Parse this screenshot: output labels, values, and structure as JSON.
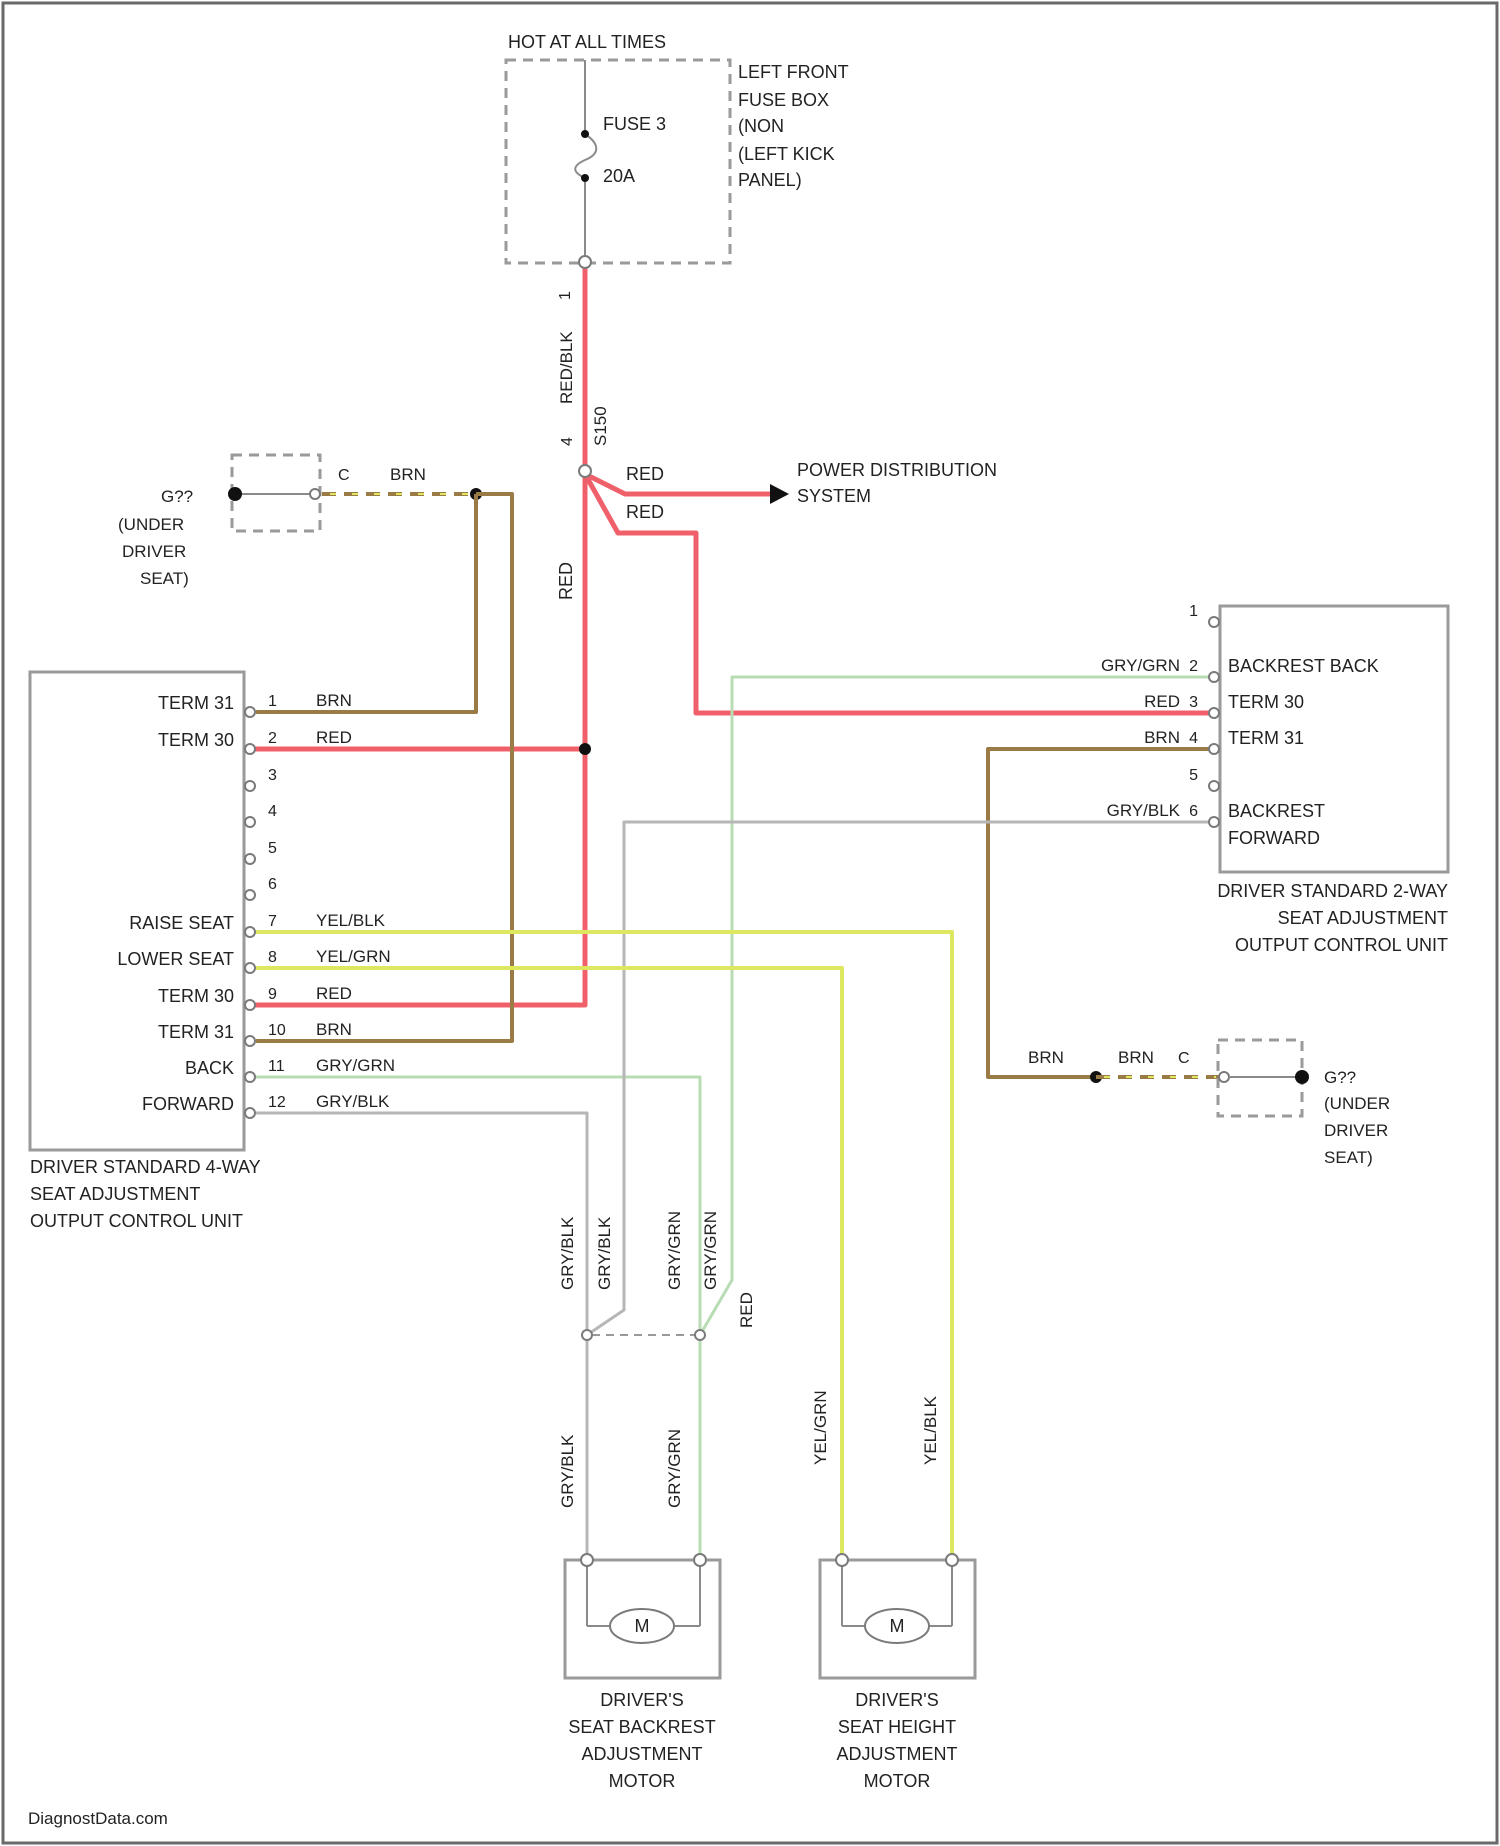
{
  "colors": {
    "red": "#f0606a",
    "brown": "#9a7a45",
    "green": "#b8dcb4",
    "yellow": "#dde860",
    "gray": "#b6b6b6",
    "outline": "#9a9a9a"
  },
  "fuse_box": {
    "header": "HOT AT ALL TIMES",
    "fuse_name": "FUSE 3",
    "fuse_rating": "20A",
    "location_lines": [
      "LEFT FRONT",
      "FUSE BOX",
      "(NON",
      "(LEFT KICK",
      "PANEL)"
    ]
  },
  "splice": {
    "pin_top": "1",
    "pin_bottom": "4",
    "wire_label": "RED/BLK",
    "id": "S150"
  },
  "power_distribution": {
    "wire_labels": [
      "RED",
      "RED"
    ],
    "lines": [
      "POWER DISTRIBUTION",
      "SYSTEM"
    ]
  },
  "trunk_label": "RED",
  "ground_left": {
    "lines": [
      "G??",
      "(UNDER",
      "DRIVER",
      "SEAT)"
    ],
    "pin": "C",
    "wire_label": "BRN"
  },
  "ground_right": {
    "lines": [
      "G??",
      "(UNDER",
      "DRIVER",
      "SEAT)"
    ],
    "pin": "C",
    "wire_labels": [
      "BRN",
      "BRN"
    ]
  },
  "unit_4way": {
    "caption": [
      "DRIVER STANDARD 4-WAY",
      "SEAT ADJUSTMENT",
      "OUTPUT CONTROL UNIT"
    ],
    "pins": [
      {
        "num": "1",
        "name": "TERM 31",
        "wire": "BRN"
      },
      {
        "num": "2",
        "name": "TERM 30",
        "wire": "RED"
      },
      {
        "num": "3",
        "name": "",
        "wire": ""
      },
      {
        "num": "4",
        "name": "",
        "wire": ""
      },
      {
        "num": "5",
        "name": "",
        "wire": ""
      },
      {
        "num": "6",
        "name": "",
        "wire": ""
      },
      {
        "num": "7",
        "name": "RAISE SEAT",
        "wire": "YEL/BLK"
      },
      {
        "num": "8",
        "name": "LOWER SEAT",
        "wire": "YEL/GRN"
      },
      {
        "num": "9",
        "name": "TERM 30",
        "wire": "RED"
      },
      {
        "num": "10",
        "name": "TERM 31",
        "wire": "BRN"
      },
      {
        "num": "11",
        "name": "BACK",
        "wire": "GRY/GRN"
      },
      {
        "num": "12",
        "name": "FORWARD",
        "wire": "GRY/BLK"
      }
    ]
  },
  "unit_2way": {
    "caption": [
      "DRIVER STANDARD 2-WAY",
      "SEAT ADJUSTMENT",
      "OUTPUT CONTROL UNIT"
    ],
    "pins": [
      {
        "num": "1",
        "name": "",
        "wire": ""
      },
      {
        "num": "2",
        "name": "BACKREST BACK",
        "wire": "GRY/GRN"
      },
      {
        "num": "3",
        "name": "TERM 30",
        "wire": "RED"
      },
      {
        "num": "4",
        "name": "TERM 31",
        "wire": "BRN"
      },
      {
        "num": "5",
        "name": "",
        "wire": ""
      },
      {
        "num": "6",
        "name": "BACKREST",
        "name2": "FORWARD",
        "wire": "GRY/BLK"
      }
    ]
  },
  "vertical_labels": {
    "gry_blk": "GRY/BLK",
    "gry_grn": "GRY/GRN",
    "red": "RED",
    "yel_grn": "YEL/GRN",
    "yel_blk": "YEL/BLK"
  },
  "motor_backrest": {
    "symbol": "M",
    "caption": [
      "DRIVER'S",
      "SEAT BACKREST",
      "ADJUSTMENT",
      "MOTOR"
    ]
  },
  "motor_height": {
    "symbol": "M",
    "caption": [
      "DRIVER'S",
      "SEAT HEIGHT",
      "ADJUSTMENT",
      "MOTOR"
    ]
  },
  "watermark": "DiagnostData.com"
}
